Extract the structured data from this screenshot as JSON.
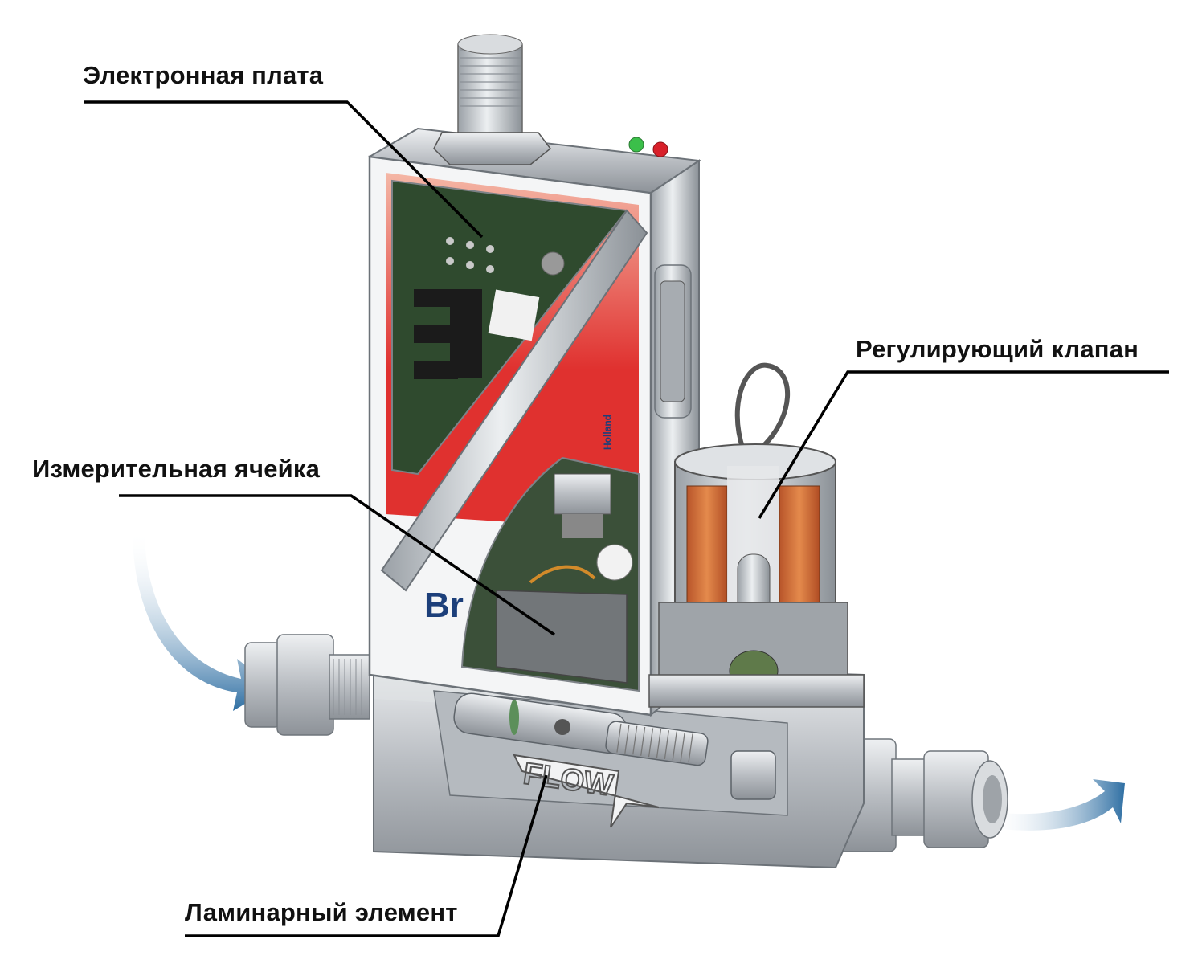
{
  "labels": {
    "electronics_board": "Электронная плата",
    "measuring_cell": "Измерительная ячейка",
    "control_valve": "Регулирующий клапан",
    "laminar_element": "Ламинарный элемент"
  },
  "device": {
    "brand_partial": "Br",
    "side_text": "Holland",
    "flow_mark": "FLOW"
  },
  "colors": {
    "body_red": "#e0312f",
    "steel": "#c9ccd0",
    "coil_copper": "#d4733a",
    "flow_arrow": "#2f6fa3",
    "brand_blue": "#1c3f7a",
    "led_green": "#3bbf4a",
    "led_red": "#d8202a"
  }
}
